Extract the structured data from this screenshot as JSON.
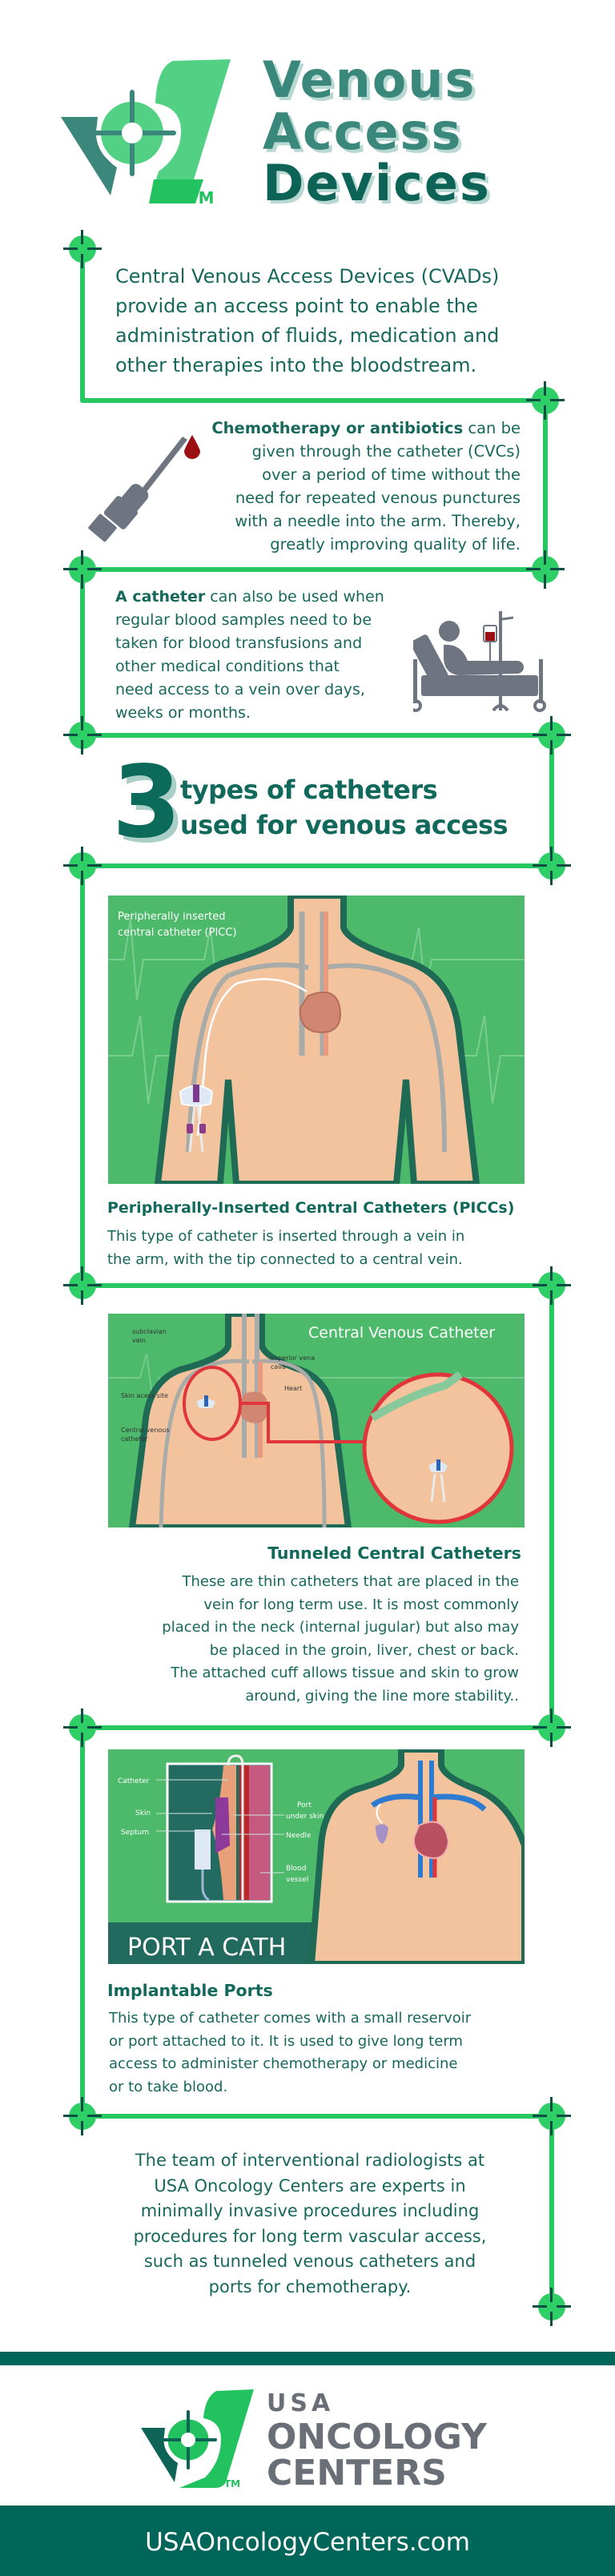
{
  "header": {
    "title_lines": [
      "Venous",
      "Access",
      "Devices"
    ],
    "logo_tm": "TM"
  },
  "intro": {
    "lines": [
      "Central Venous Access Devices (CVADs)",
      "provide an access point to enable the",
      "administration of fluids, medication and",
      "other therapies into the bloodstream."
    ]
  },
  "chemo": {
    "lead": "Chemotherapy or antibiotics",
    "lines": [
      "can be",
      "given through the catheter (CVCs)",
      "over a period of time without the",
      "need for repeated venous punctures",
      "with a needle into the arm. Thereby,",
      "greatly improving quality of life."
    ],
    "icon": "iv-needle-icon"
  },
  "blood": {
    "lead": "A catheter",
    "lines": [
      "can also be used when",
      "regular blood samples need to be",
      "taken for blood transfusions and",
      "other medical conditions that",
      "need access to a vein over days,",
      "weeks or months."
    ],
    "icon": "hospital-bed-transfusion-icon"
  },
  "types_heading": {
    "number": "3",
    "line1": "types of catheters",
    "line2": "used for venous access"
  },
  "picc": {
    "image_label_lines": [
      "Peripherally inserted",
      "central catheter (PICC)"
    ],
    "title": "Peripherally-Inserted Central Catheters (PICCs)",
    "lines": [
      "This type of catheter is inserted through a vein in",
      "the arm, with the tip connected to a central vein."
    ]
  },
  "tunneled": {
    "image_title": "Central Venous Catheter",
    "image_labels": {
      "subclavian": [
        "subclavian",
        "vein"
      ],
      "svc": [
        "superior vena",
        "cava"
      ],
      "heart": "Heart",
      "skin_site": "Skin acess site",
      "cvc": [
        "Central venous",
        "catheter"
      ]
    },
    "title": "Tunneled Central Catheters",
    "lines": [
      "These are thin catheters that are placed in the",
      "vein for long term use. It is most commonly",
      "placed in the neck (internal jugular) but also may",
      "be placed in the groin, liver, chest or back.",
      "The attached cuff allows tissue and skin to grow",
      "around, giving the line more stability.."
    ]
  },
  "ports": {
    "image_labels": {
      "catheter": "Catheter",
      "skin": "Skin",
      "septum": "Septum",
      "port": [
        "Port",
        "under skin"
      ],
      "needle": "Needle",
      "vessel": [
        "Blood",
        "vessel"
      ],
      "banner": "PORT A CATH"
    },
    "title": "Implantable Ports",
    "lines": [
      "This type of catheter comes with a small reservoir",
      "or port attached to it. It is used to give long term",
      "access to administer chemotherapy or medicine",
      "or to take blood."
    ]
  },
  "closing": {
    "lines": [
      "The team of interventional radiologists at",
      "USA Oncology Centers are experts in",
      "minimally invasive procedures including",
      "procedures for long term vascular access,",
      "such as tunneled venous catheters and",
      "ports for chemotherapy."
    ]
  },
  "footer": {
    "logo_lines": [
      "USA",
      "ONCOLOGY",
      "CENTERS"
    ],
    "logo_tm": "TM",
    "url": "USAOncologyCenters.com"
  },
  "colors": {
    "line_green": "#27c862",
    "marker_green": "#2ecf66",
    "text_teal": "#17675c",
    "band_teal": "#00665a",
    "logo_gray": "#6a6e77"
  }
}
